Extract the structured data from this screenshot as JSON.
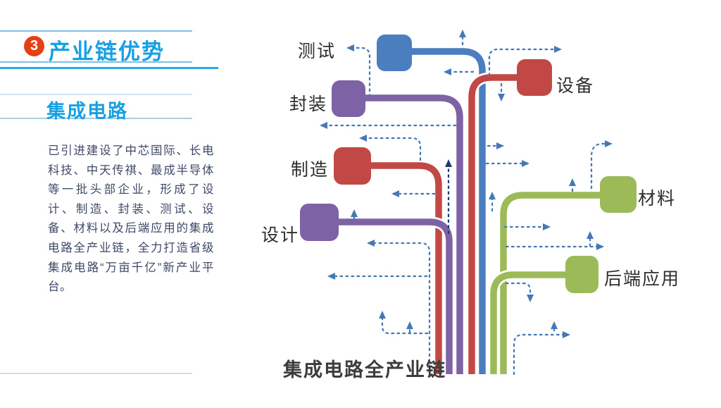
{
  "header": {
    "number_badge": "3",
    "title": "产业链优势"
  },
  "sidebar": {
    "section_title": "集成电路",
    "paragraph": "已引进建设了中芯国际、长电科技、中天传祺、最成半导体等一批头部企业，形成了设计、制造、封装、测试、设备、材料以及后端应用的集成电路全产业链，全力打造省级集成电路“万亩千亿”新产业平台。"
  },
  "diagram": {
    "caption": "集成电路全产业链",
    "nodes": [
      {
        "id": "test",
        "label": "测试",
        "color": "#4a7ebf",
        "label_side": "left"
      },
      {
        "id": "packaging",
        "label": "封装",
        "color": "#7d63a6",
        "label_side": "left"
      },
      {
        "id": "manufacturing",
        "label": "制造",
        "color": "#c24845",
        "label_side": "left"
      },
      {
        "id": "design",
        "label": "设计",
        "color": "#7d63a6",
        "label_side": "left"
      },
      {
        "id": "equipment",
        "label": "设备",
        "color": "#c24845",
        "label_side": "right"
      },
      {
        "id": "materials",
        "label": "材料",
        "color": "#9cbb58",
        "label_side": "right"
      },
      {
        "id": "backend",
        "label": "后端应用",
        "color": "#9cbb58",
        "label_side": "right"
      }
    ],
    "trunk_order_bottom_left_to_right": [
      "制造",
      "设计",
      "封装",
      "设备",
      "测试",
      "后端应用",
      "材料"
    ],
    "dashed_arrow_color": "#4678b4",
    "dark_arrow_color": "#1f3c70"
  },
  "colors": {
    "accent_title_blue": "#18a0e4",
    "accent_cyan_rule": "#2aaae6",
    "badge_red": "#e53f16",
    "body_text": "#3e4a68",
    "pipe_blue": "#4a7ebf",
    "pipe_purple": "#7d63a6",
    "pipe_red": "#c24845",
    "pipe_green": "#9cbb58"
  }
}
